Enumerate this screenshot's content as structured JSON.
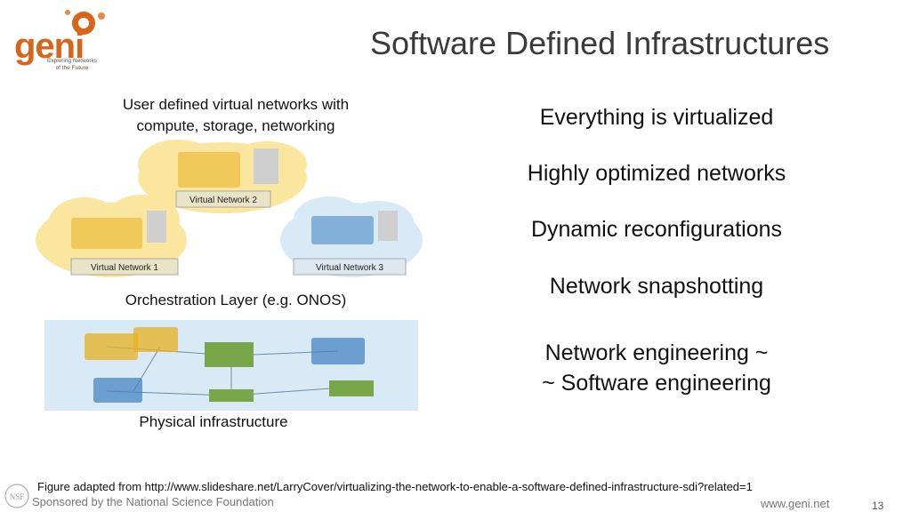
{
  "logo": {
    "word": "geni",
    "sub_line1": "Exploring Networks",
    "sub_line2": "of the Future"
  },
  "title": "Software Defined Infrastructures",
  "captions": {
    "top_line1": "User defined virtual networks with",
    "top_line2": "compute, storage, networking",
    "orchestration": "Orchestration Layer (e.g. ONOS)",
    "physical": "Physical infrastructure"
  },
  "figure_labels": {
    "vn1": "Virtual Network 1",
    "vn2": "Virtual Network 2",
    "vn3": "Virtual Network 3"
  },
  "bullets": {
    "b1": "Everything is virtualized",
    "b2": "Highly optimized networks",
    "b3": "Dynamic reconfigurations",
    "b4": "Network snapshotting",
    "b5_line1": "Network engineering ~",
    "b5_line2": "~ Software engineering"
  },
  "footer": {
    "credit": "Figure adapted from http://www.slideshare.net/LarryCover/virtualizing-the-network-to-enable-a-software-defined-infrastructure-sdi?related=1",
    "nsf_mark": "NSF",
    "sponsor": "Sponsored by the National Science Foundation",
    "site": "www.geni.net",
    "page_number": "13"
  },
  "colors": {
    "geni_orange": "#d9641c",
    "cloud_yellow": "#fbe6a0",
    "cloud_blue": "#d7eaf6",
    "switch_green": "#7aa64a"
  }
}
